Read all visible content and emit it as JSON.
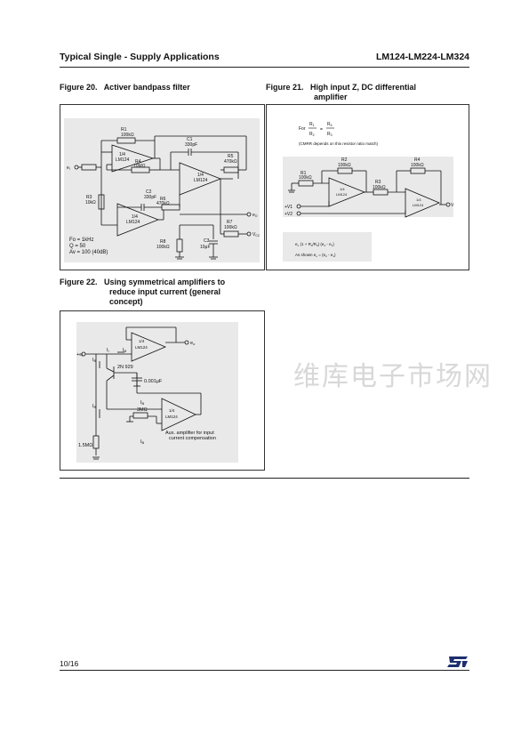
{
  "header": {
    "left": "Typical Single - Supply Applications",
    "right": "LM124-LM224-LM324"
  },
  "figure20": {
    "caption_num": "Figure 20.",
    "caption_text": "Activer bandpass filter",
    "labels": {
      "r1": "R1",
      "r1v": "100kΩ",
      "c1": "C1",
      "c1v": "330pF",
      "r5": "R5",
      "r5v": "470kΩ",
      "r4": "R4",
      "r4v": "10MΩ",
      "c2": "C2",
      "c2v": "330pF",
      "r6": "R6",
      "r6v": "470kΩ",
      "r3": "R3",
      "r3v": "10kΩ",
      "r7": "R7",
      "r7v": "100kΩ",
      "r8": "R8",
      "r8v": "100kΩ",
      "c3": "C3",
      "c3v": "10μF",
      "amp_q": "1/4",
      "amp_n": "LM124",
      "ei": "e",
      "ei_sub": "I",
      "eo": "e",
      "eo_sub": "O",
      "vcc": "V",
      "vcc_sub": "CC"
    },
    "specs": [
      "Fo = 1kHz",
      "Q = 50",
      "Av = 100 (40dB)"
    ]
  },
  "figure21": {
    "caption_num": "Figure 21.",
    "caption_text_line1": "High input Z, DC differential",
    "caption_text_line2": "amplifier",
    "labels": {
      "for": "For",
      "eq_r1": "R",
      "eq_r2": "R",
      "eq_r3": "R",
      "eq_r4": "R",
      "eq": "=",
      "cmrr": "(CMRR depends on this resistor ratio match)",
      "r1": "R1",
      "r1v": "100kΩ",
      "r2": "R2",
      "r2v": "100kΩ",
      "r3": "R3",
      "r3v": "100kΩ",
      "r4": "R4",
      "r4v": "100kΩ",
      "amp_q": "1/4",
      "amp_n": "LM124",
      "v1": "+V1",
      "v2": "+V2",
      "vo": "V",
      "vo_sub": "o",
      "formula_a": "e",
      "formula_b": "(e",
      "formula_c": "- e",
      "shown": "As shown e",
      "shown_b": "= (e",
      "shown_c": "- e"
    }
  },
  "figure22": {
    "caption_num": "Figure 22.",
    "caption_line1": "Using symmetrical amplifiers to",
    "caption_line2": "reduce input current (general",
    "caption_line3": "concept)",
    "labels": {
      "ei": "e",
      "ei_sub": "I",
      "eo": "e",
      "eo_sub": "o",
      "ii": "I",
      "ii_sub": "I",
      "ib": "I",
      "ib_sub": "B",
      "amp_q": "1/4",
      "amp_n": "LM124",
      "trans": "2N 929",
      "cap": "0.001μF",
      "r3m": "3MΩ",
      "r15": "1.5MΩ",
      "aux1": "Aux. amplifier for input",
      "aux2": "current compensation"
    }
  },
  "footer": {
    "page": "10/16"
  },
  "watermark": "维库电子市场网"
}
